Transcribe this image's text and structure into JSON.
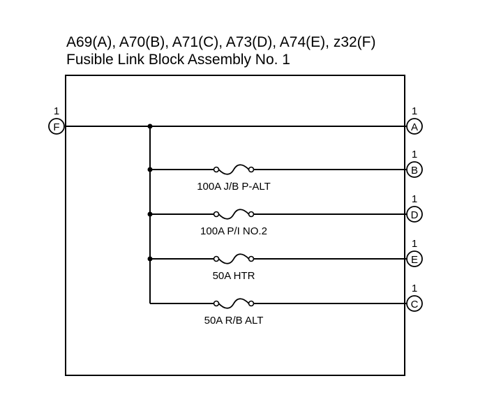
{
  "header": {
    "connectors_line": "A69(A), A70(B), A71(C), A73(D), A74(E), z32(F)",
    "assembly_name": "Fusible Link Block Assembly No. 1"
  },
  "input_terminal": {
    "letter": "F",
    "pin": "1"
  },
  "main_output": {
    "letter": "A",
    "pin": "1"
  },
  "fuses": [
    {
      "label": "100A J/B P-ALT",
      "terminal": "B",
      "pin": "1"
    },
    {
      "label": "100A P/I NO.2",
      "terminal": "D",
      "pin": "1"
    },
    {
      "label": "50A HTR",
      "terminal": "E",
      "pin": "1"
    },
    {
      "label": "50A R/B ALT",
      "terminal": "C",
      "pin": "1"
    }
  ]
}
